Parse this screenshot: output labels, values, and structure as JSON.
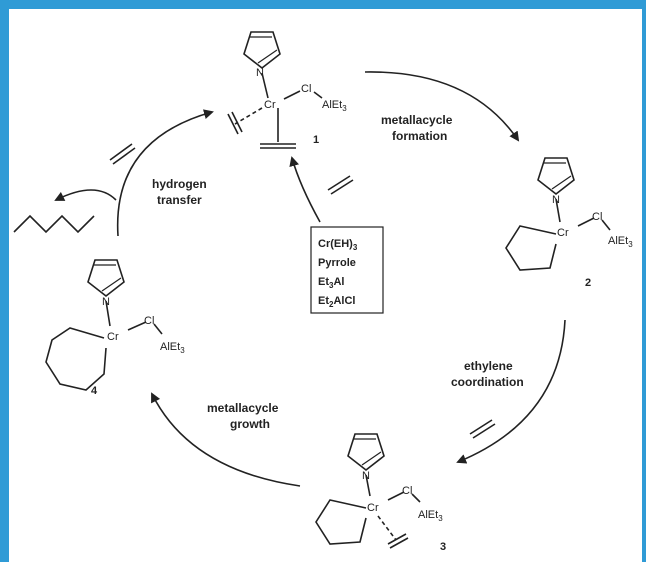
{
  "steps": {
    "metallacycle_formation": [
      "metallacycle",
      "formation"
    ],
    "ethylene_coordination": [
      "ethylene",
      "coordination"
    ],
    "metallacycle_growth": [
      "metallacycle",
      "growth"
    ],
    "hydrogen_transfer": [
      "hydrogen",
      "transfer"
    ]
  },
  "compounds": {
    "c1": "1",
    "c2": "2",
    "c3": "3",
    "c4": "4"
  },
  "atoms": {
    "N": "N",
    "Cr": "Cr",
    "Cl": "Cl",
    "AlEt": "AlEt",
    "three": "3"
  },
  "reagents": {
    "line1_main": "Cr(EH)",
    "line1_sub": "3",
    "line2": "Pyrrole",
    "line3": "Et",
    "line3_sub": "3",
    "line3_end": "Al",
    "line4": "Et",
    "line4_sub": "2",
    "line4_end": "AlCl"
  },
  "colors": {
    "border": "#2f9bd6",
    "ink": "#222222"
  }
}
